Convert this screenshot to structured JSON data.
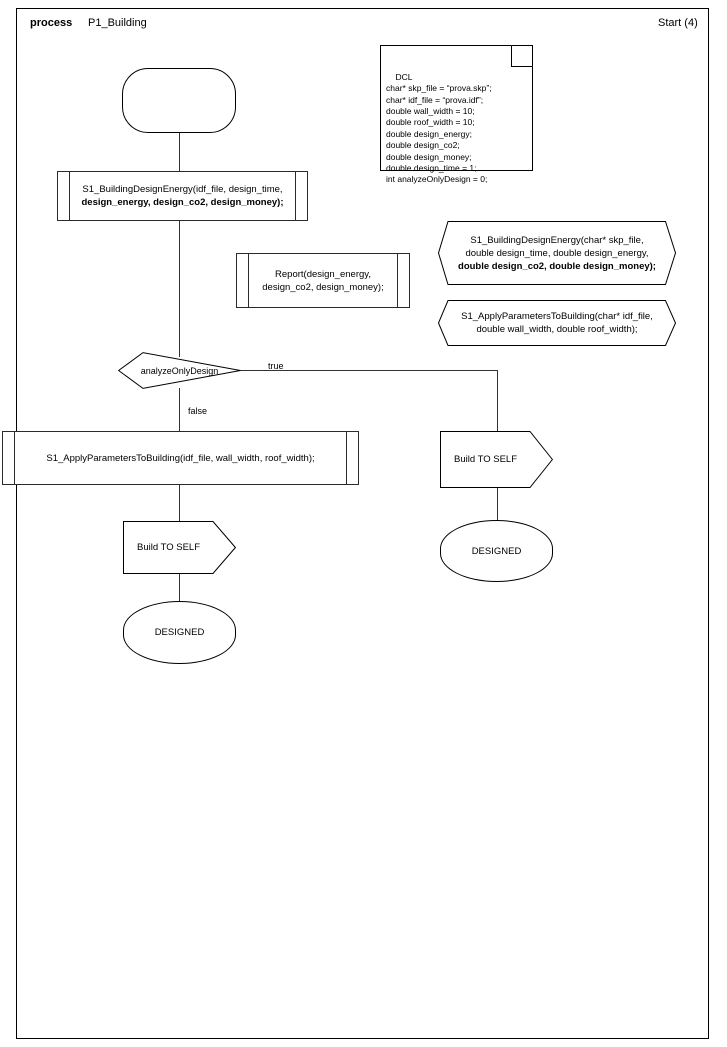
{
  "header": {
    "keyword": "process",
    "name": "P1_Building",
    "start_label": "Start (4)"
  },
  "nodes": {
    "start": {
      "label": ""
    },
    "design_energy_call": {
      "line1": "S1_BuildingDesignEnergy(idf_file, design_time,",
      "line2": "design_energy, design_co2, design_money);"
    },
    "report_call": {
      "line1": "Report(design_energy,",
      "line2": "design_co2, design_money);"
    },
    "decision": {
      "label": "analyzeOnlyDesign"
    },
    "edge_true": {
      "label": "true"
    },
    "edge_false": {
      "label": "false"
    },
    "apply_params_call": {
      "line1": "S1_ApplyParametersToBuilding(idf_file, wall_width, roof_width);"
    },
    "build_to_self_left": {
      "label": "Build TO SELF"
    },
    "designed_left": {
      "label": "DESIGNED"
    },
    "build_to_self_right": {
      "label": "Build TO SELF"
    },
    "designed_right": {
      "label": "DESIGNED"
    }
  },
  "note_dcl": {
    "title": "DCL",
    "lines": [
      "char* skp_file = “prova.skp”;",
      "char* idf_file = “prova.idf”;",
      "double wall_width = 10;",
      "double roof_width = 10;",
      "double design_energy;",
      "double design_co2;",
      "double design_money;",
      "double design_time = 1;",
      "int analyzeOnlyDesign = 0;"
    ],
    "text": "DCL\nchar* skp_file = “prova.skp”;\nchar* idf_file = “prova.idf”;\ndouble wall_width = 10;\ndouble roof_width = 10;\ndouble design_energy;\ndouble design_co2;\ndouble design_money;\ndouble design_time = 1;\nint analyzeOnlyDesign = 0;"
  },
  "annotations": {
    "signature_design_energy": {
      "line1": "S1_BuildingDesignEnergy(char* skp_file,",
      "line2": "double design_time, double design_energy,",
      "line3": "double design_co2, double design_money);"
    },
    "signature_apply_params": {
      "line1": "S1_ApplyParametersToBuilding(char* idf_file,",
      "line2": "double wall_width, double roof_width);"
    }
  },
  "colors": {
    "stroke": "#000000",
    "connector": "#333333",
    "background": "#ffffff"
  }
}
